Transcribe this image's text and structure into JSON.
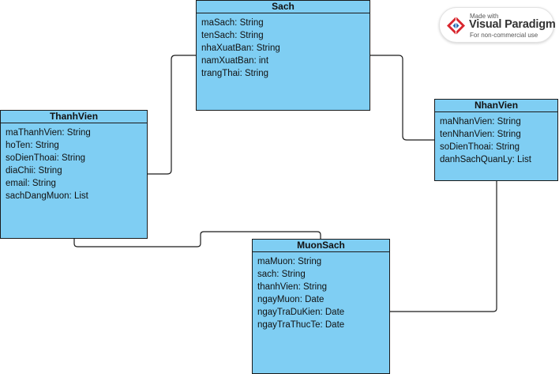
{
  "diagram": {
    "classes": [
      {
        "id": "sach",
        "name": "Sach",
        "attributes": [
          "maSach: String",
          "tenSach: String",
          "nhaXuatBan: String",
          "namXuatBan: int",
          "trangThai: String"
        ]
      },
      {
        "id": "thanhvien",
        "name": "ThanhVien",
        "attributes": [
          "maThanhVien: String",
          "hoTen: String",
          "soDienThoai: String",
          "diaChii: String",
          "email: String",
          "sachDangMuon: List"
        ]
      },
      {
        "id": "nhanvien",
        "name": "NhanVien",
        "attributes": [
          "maNhanVien: String",
          "tenNhanVien: String",
          "soDienThoai: String",
          "danhSachQuanLy: List"
        ]
      },
      {
        "id": "muonsach",
        "name": "MuonSach",
        "attributes": [
          "maMuon: String",
          "sach: String",
          "thanhVien: String",
          "ngayMuon: Date",
          "ngayTraDuKien: Date",
          "ngayTraThucTe: Date"
        ]
      }
    ],
    "associations": [
      {
        "from": "ThanhVien",
        "to": "Sach"
      },
      {
        "from": "Sach",
        "to": "NhanVien"
      },
      {
        "from": "ThanhVien",
        "to": "MuonSach"
      },
      {
        "from": "NhanVien",
        "to": "MuonSach"
      }
    ],
    "line_color": "#1a1a1a",
    "class_fill": "#7fcef3"
  },
  "watermark": {
    "made_with": "Made with",
    "brand": "Visual Paradigm",
    "note": "For non-commercial use"
  }
}
